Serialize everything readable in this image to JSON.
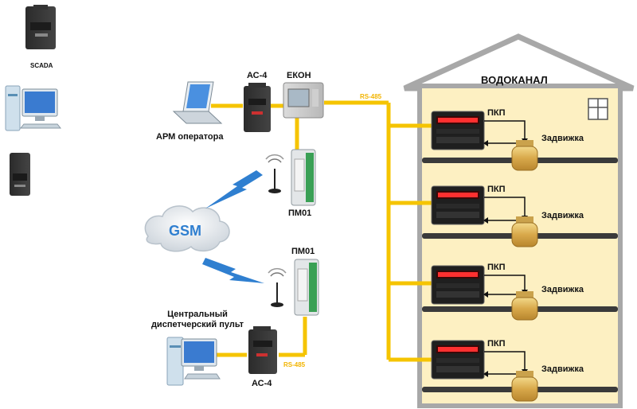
{
  "scada": {
    "label": "SCADA"
  },
  "arm": {
    "label": "АРМ оператора"
  },
  "ac4_top": {
    "label": "АС-4"
  },
  "ekon": {
    "label": "ЕКОН"
  },
  "rs485_top": {
    "label": "RS-485"
  },
  "rs485_bottom": {
    "label": "RS-485"
  },
  "building": {
    "title": "ВОДОКАНАЛ"
  },
  "pm01_top": {
    "label": "ПМ01"
  },
  "pm01_bottom": {
    "label": "ПМ01"
  },
  "gsm": {
    "label": "GSM"
  },
  "dispatch": {
    "line1": "Центральный",
    "line2": "диспетчерский пульт"
  },
  "ac4_bottom": {
    "label": "АС-4"
  },
  "floors": [
    {
      "pkp": "ПКП",
      "valve": "Задвижка"
    },
    {
      "pkp": "ПКП",
      "valve": "Задвижка"
    },
    {
      "pkp": "ПКП",
      "valve": "Задвижка"
    },
    {
      "pkp": "ПКП",
      "valve": "Задвижка"
    }
  ],
  "colors": {
    "bus": "#f5c400",
    "building": "#fdf0c2",
    "roof_stroke": "#a0a0a0",
    "lightning": "#2f7fd0"
  }
}
